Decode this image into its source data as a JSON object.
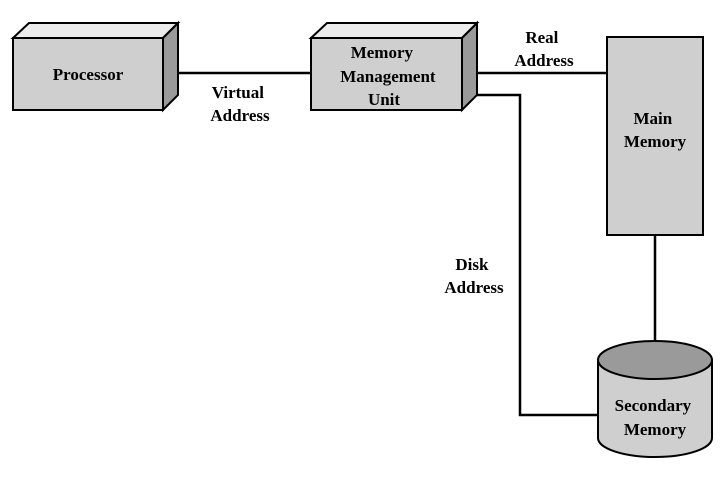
{
  "nodes": {
    "processor": {
      "label_lines": [
        "Processor"
      ]
    },
    "mmu": {
      "label_lines": [
        "Memory",
        "Management",
        "Unit"
      ]
    },
    "main_memory": {
      "label_lines": [
        "Main",
        "Memory"
      ]
    },
    "secondary_memory": {
      "label_lines": [
        "Secondary",
        "Memory"
      ]
    }
  },
  "edges": {
    "virtual_address": {
      "label_lines": [
        "Virtual",
        "Address"
      ]
    },
    "real_address": {
      "label_lines": [
        "Real",
        "Address"
      ]
    },
    "disk_address": {
      "label_lines": [
        "Disk",
        "Address"
      ]
    }
  }
}
